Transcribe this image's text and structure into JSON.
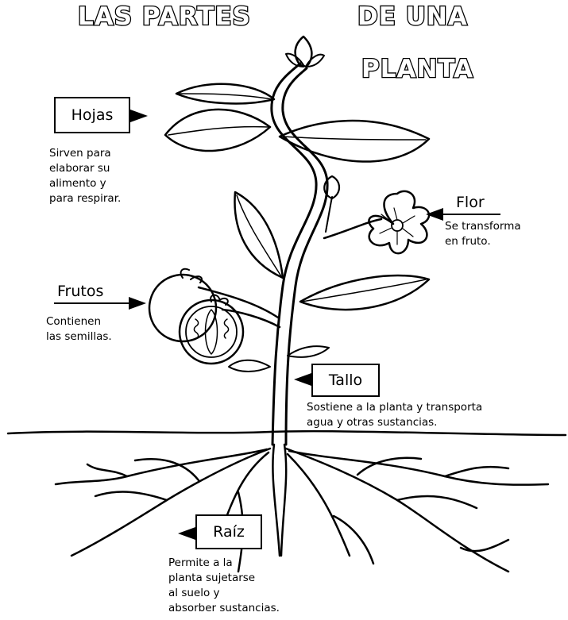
{
  "title": {
    "line1_left": "LAS PARTES",
    "line1_right": "DE UNA",
    "line2": "PLANTA"
  },
  "parts": {
    "hojas": {
      "label": "Hojas",
      "description": "Sirven para\nelaborar su\nalimento y\npara respirar."
    },
    "flor": {
      "label": "Flor",
      "description": "Se transforma\nen fruto."
    },
    "frutos": {
      "label": "Frutos",
      "description": "Contienen\nlas semillas."
    },
    "tallo": {
      "label": "Tallo",
      "description": "Sostiene a la planta y transporta\nagua y otras sustancias."
    },
    "raiz": {
      "label": "Raíz",
      "description": "Permite a la\nplanta sujetarse\nal suelo y\nabsorber sustancias."
    }
  },
  "colors": {
    "ink": "#000000",
    "paper": "#ffffff"
  },
  "icons": [
    "arrow-pointer-icon",
    "plant-drawing"
  ]
}
